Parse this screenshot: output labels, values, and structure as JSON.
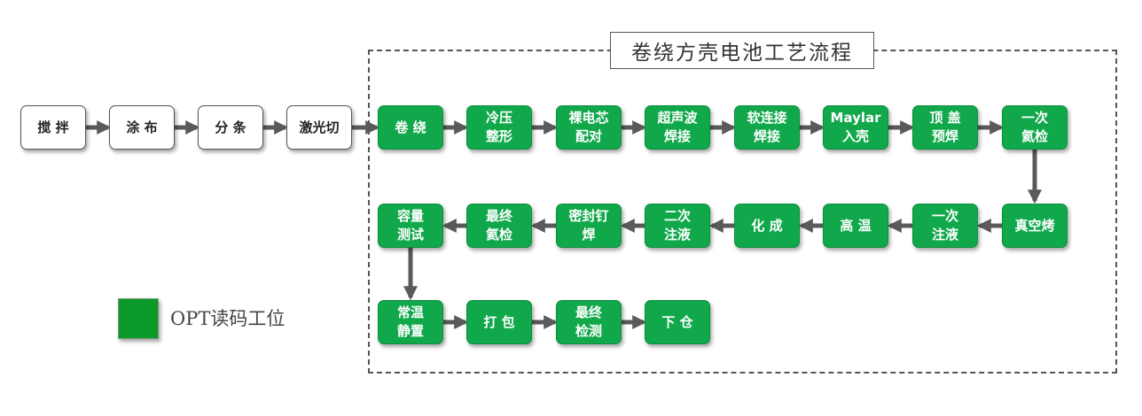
{
  "title": "卷绕方壳电池工艺流程",
  "legend": {
    "label": "OPT读码工位",
    "color": "#0a9a2a"
  },
  "colors": {
    "green_node": "#10a84a",
    "white_node": "#ffffff",
    "arrow": "#5a5a5a"
  },
  "steps": {
    "pre": [
      "搅 拌",
      "涂 布",
      "分 条",
      "激光切"
    ],
    "row1": [
      "卷 绕",
      "冷压\n整形",
      "裸电芯\n配对",
      "超声波\n焊接",
      "软连接\n焊接",
      "Maylar\n入壳",
      "顶 盖\n预焊",
      "一次\n氦检"
    ],
    "row2": [
      "真空烤",
      "一次\n注液",
      "高 温",
      "化 成",
      "二次\n注液",
      "密封钉\n焊",
      "最终\n氦检",
      "容量\n测试"
    ],
    "row3": [
      "常温\n静置",
      "打 包",
      "最终\n检测",
      "下 仓"
    ]
  }
}
